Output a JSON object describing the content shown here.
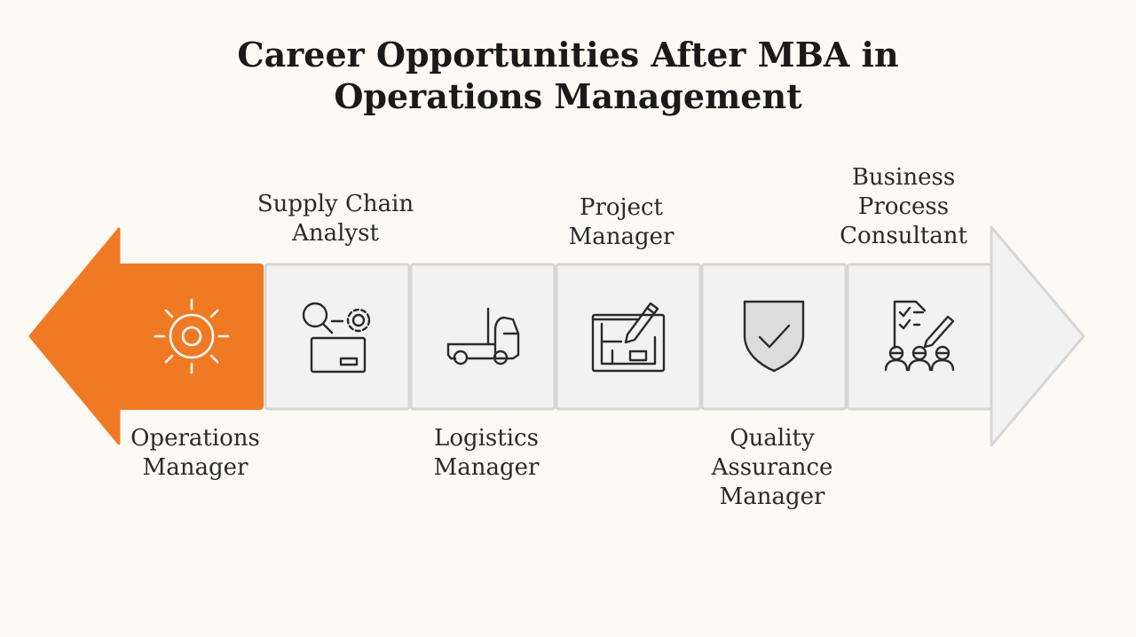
{
  "title": {
    "line1": "Career Opportunities After MBA in",
    "line2": "Operations Management"
  },
  "steps": [
    {
      "label_lines": [
        "Operations",
        "Manager"
      ],
      "icon": "sun-gear-icon",
      "label_position": "below",
      "highlighted": true
    },
    {
      "label_lines": [
        "Supply Chain",
        "Analyst"
      ],
      "icon": "search-gear-box-icon",
      "label_position": "above",
      "highlighted": false
    },
    {
      "label_lines": [
        "Logistics",
        "Manager"
      ],
      "icon": "truck-icon",
      "label_position": "below",
      "highlighted": false
    },
    {
      "label_lines": [
        "Project",
        "Manager"
      ],
      "icon": "blueprint-pencil-icon",
      "label_position": "above",
      "highlighted": false
    },
    {
      "label_lines": [
        "Quality",
        "Assurance",
        "Manager"
      ],
      "icon": "shield-check-icon",
      "label_position": "below",
      "highlighted": false
    },
    {
      "label_lines": [
        "Business",
        "Process",
        "Consultant"
      ],
      "icon": "checklist-team-icon",
      "label_position": "above",
      "highlighted": false
    }
  ],
  "colors": {
    "accent": "#f07a24",
    "box_fill": "#f2f2f2",
    "box_stroke": "#d6d6d6",
    "icon_stroke": "#2a2a2a",
    "background": "#fdf9f5"
  }
}
